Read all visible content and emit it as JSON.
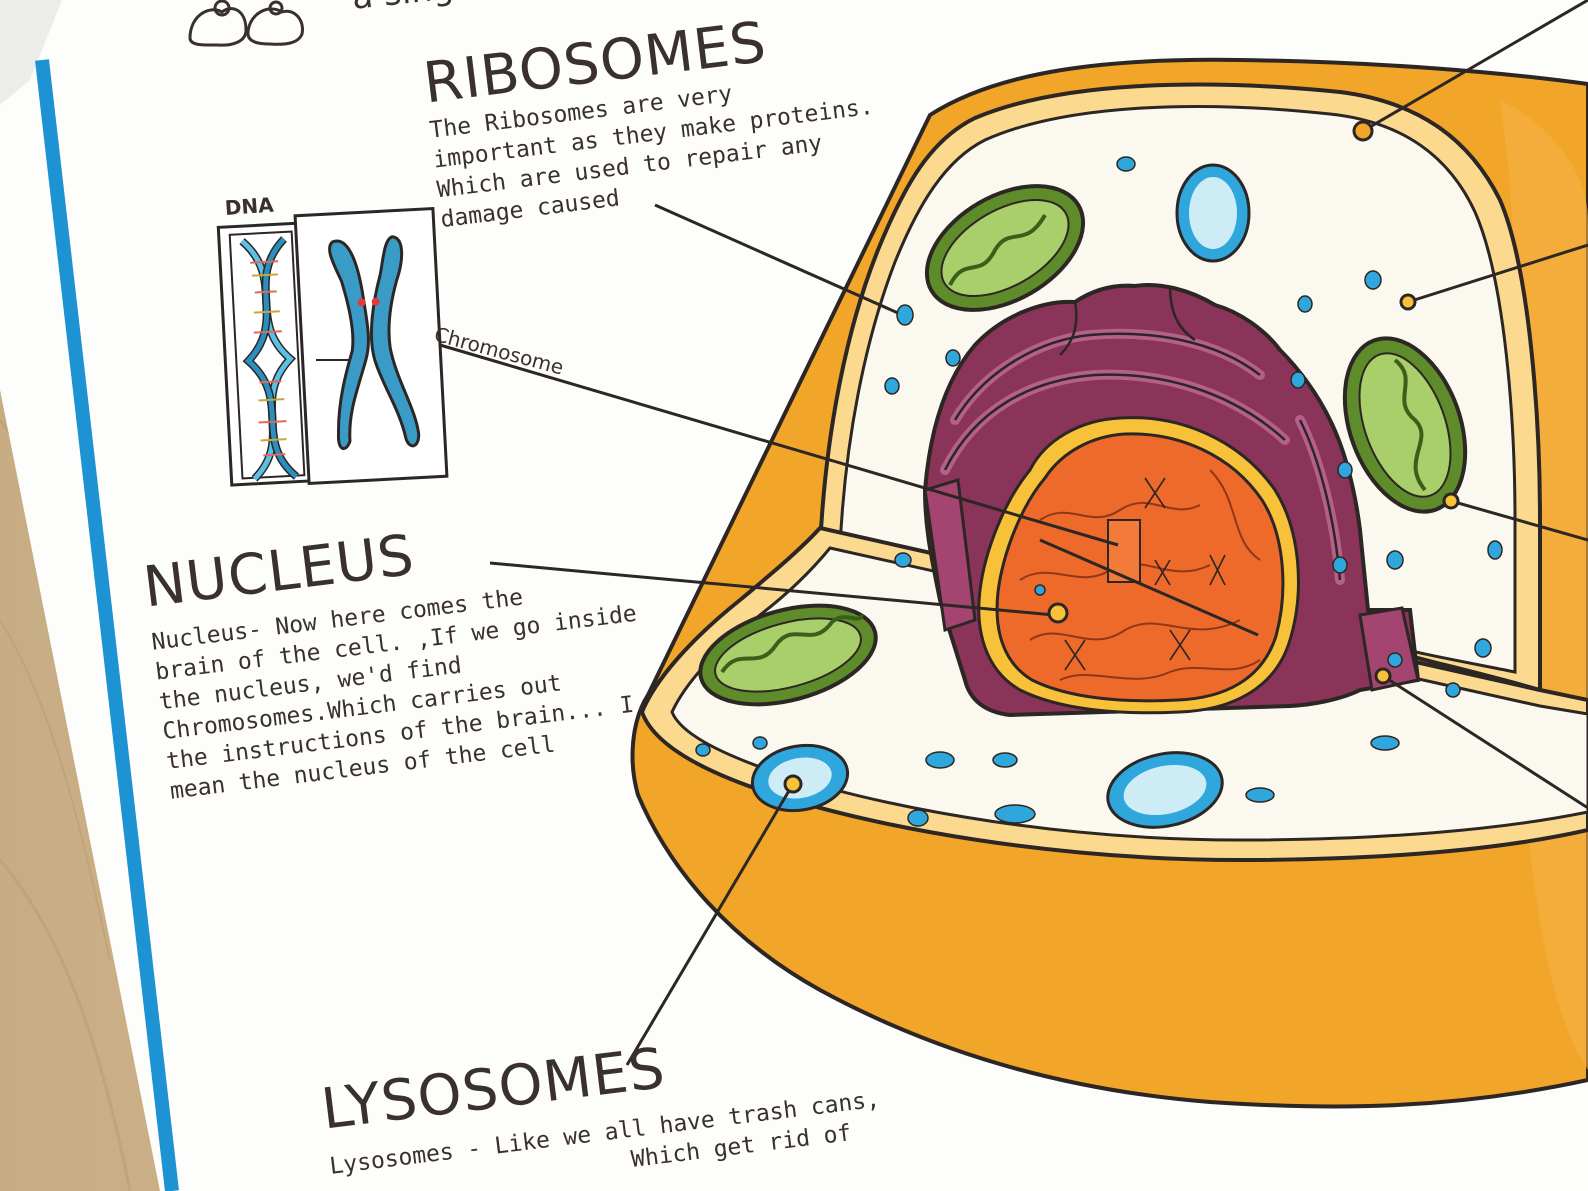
{
  "top_fragment": "a single",
  "ribosomes": {
    "heading": "RIBOSOMES",
    "lines": [
      "The Ribosomes are very",
      "important as they make proteins.",
      "Which are used to repair any",
      "damage caused"
    ]
  },
  "dna_label": "DNA",
  "chromosome_label": "Chromosome",
  "nucleus": {
    "heading": "NUCLEUS",
    "lines": [
      "Nucleus- Now here comes the",
      "brain of the cell. ,If we go inside",
      "the nucleus, we'd find",
      "Chromosomes.Which carries out",
      "the instructions of the brain... I",
      "mean the nucleus of the cell"
    ]
  },
  "lysosomes": {
    "heading": "LYSOSOMES",
    "lines": [
      "Lysosomes - Like we all have trash cans,",
      "Which get rid of"
    ]
  },
  "colors": {
    "cell_orange": "#f2a629",
    "membrane_light": "#fbd98f",
    "cytoplasm": "#fbf8ef",
    "er_purple": "#8a3459",
    "nucleus_orange": "#ee6a2a",
    "mito_green": "#6f9b32",
    "vesicle_blue": "#2fa6dc",
    "outline": "#2c2624",
    "margin_blue": "#1d93d3"
  }
}
